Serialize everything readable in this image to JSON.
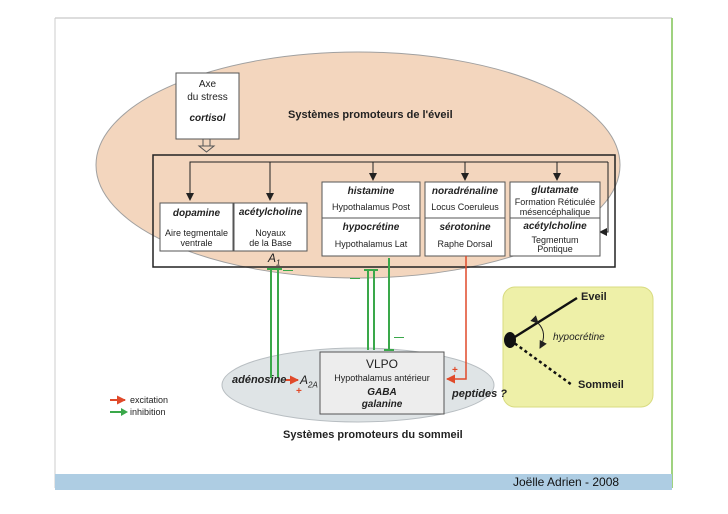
{
  "stress_box": {
    "line1": "Axe",
    "line2": "du stress",
    "line3": "cortisol"
  },
  "wake_title": "Systèmes promoteurs de l'éveil",
  "sleep_title": "Systèmes promoteurs du sommeil",
  "boxes": {
    "dopamine": {
      "name": "dopamine",
      "loc_line1": "Aire tegmentale",
      "loc_line2": "ventrale"
    },
    "acetylcholine_base": {
      "name": "acétylcholine",
      "loc_line1": "Noyaux",
      "loc_line2": "de la Base"
    },
    "histamine": {
      "name": "histamine",
      "loc": "Hypothalamus Post"
    },
    "hypocretine": {
      "name": "hypocrétine",
      "loc": "Hypothalamus Lat"
    },
    "noradrenaline": {
      "name": "noradrénaline",
      "loc": "Locus Coeruleus"
    },
    "serotonine": {
      "name": "sérotonine",
      "loc": "Raphe Dorsal"
    },
    "glutamate": {
      "name": "glutamate",
      "loc_line1": "Formation Réticulée",
      "loc_line2": "mésencéphalique"
    },
    "acetylcholine_teg": {
      "name": "acétylcholine",
      "loc_line1": "Tegmentum",
      "loc_line2": "Pontique"
    }
  },
  "a1_label": "A",
  "a1_sub": "1",
  "vlpo": {
    "title": "VLPO",
    "loc": "Hypothalamus antérieur",
    "gaba": "GABA",
    "galanine": "galanine"
  },
  "adenosine": "adénosine",
  "a24_label": "A",
  "a24_sub": "2A",
  "peptides": "peptides ?",
  "plus_sign": "+",
  "minus_sign": "—",
  "legend": {
    "excitation": "excitation",
    "inhibition": "inhibition"
  },
  "switch": {
    "eveil": "Eveil",
    "hypocretine": "hypocrétine",
    "sommeil": "Sommeil"
  },
  "credit": "Joëlle Adrien - 2008",
  "colors": {
    "wake_ellipse": "#f3d6be",
    "sleep_ellipse": "#dfe4e6",
    "switch_panel": "#eef0a8",
    "excitation": "#e04a2a",
    "inhibition": "#3aa84a",
    "footer": "#aecde3"
  }
}
